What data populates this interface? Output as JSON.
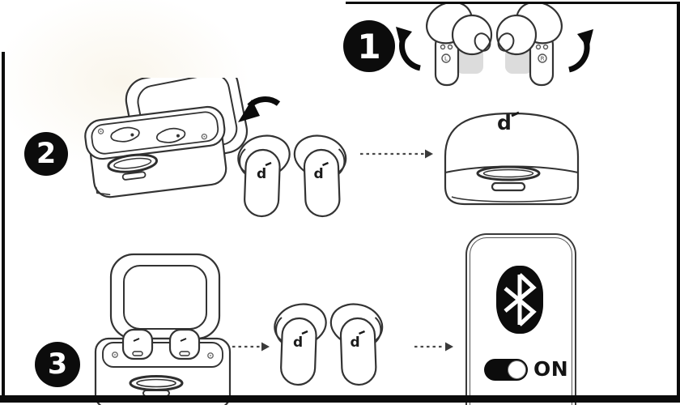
{
  "title": "Wireless earbuds pairing instruction diagram",
  "colors": {
    "background": "#ffffff",
    "line": "#333333",
    "ink": "#0c0c0c",
    "earbud_pad_gray": "#dcdcdc",
    "frame": "#0b0b0b"
  },
  "steps": [
    {
      "number": "1",
      "name": "take-out-and-rotate-earbuds"
    },
    {
      "number": "2",
      "name": "put-earbuds-in-case-and-close-lid"
    },
    {
      "number": "3",
      "name": "open-case-and-turn-on-bluetooth"
    }
  ],
  "earbuds": {
    "left_marker": "L",
    "right_marker": "R",
    "brand_glyph": "d"
  },
  "phone": {
    "toggle_state_label": "ON",
    "toggle_on": true
  },
  "icons": {
    "rotate_ccw": "rotate-ccw-arrow-icon",
    "rotate_cw": "rotate-cw-arrow-icon",
    "close_lid": "close-lid-arrow-icon",
    "dashed_arrow": "dashed-arrow-icon",
    "bluetooth": "bluetooth-icon",
    "toggle": "toggle-switch-on"
  }
}
